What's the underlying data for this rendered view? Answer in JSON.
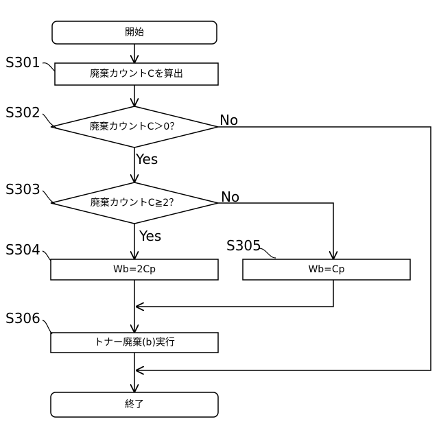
{
  "nodes": {
    "start": "開始",
    "s301": "廃棄カウントCを算出",
    "s302": "廃棄カウントC＞0？",
    "s303": "廃棄カウントC≧2？",
    "s304": "Wb=2Cp",
    "s305": "Wb=Cp",
    "s306": "トナー廃棄(b)実行",
    "end": "終了"
  },
  "step_labels": {
    "s301": "S301",
    "s302": "S302",
    "s303": "S303",
    "s304": "S304",
    "s305": "S305",
    "s306": "S306"
  },
  "branches": {
    "s302_yes": "Yes",
    "s302_no": "No",
    "s303_yes": "Yes",
    "s303_no": "No"
  }
}
